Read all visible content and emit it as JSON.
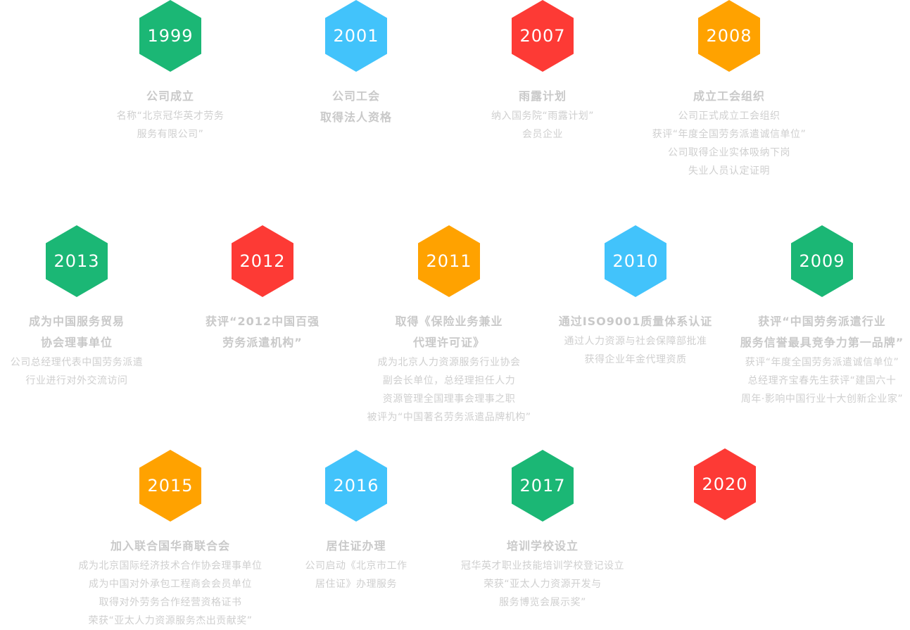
{
  "colors": {
    "green": "#1bb775",
    "blue": "#42c3fb",
    "red": "#fd3a35",
    "orange": "#ffa200",
    "title_text": "#c9c9c9",
    "body_text": "#cfcfcf"
  },
  "milestones": [
    {
      "year": "1999",
      "color": "green",
      "titles": [
        "公司成立"
      ],
      "lines": [
        "名称“北京冠华英才劳务",
        "服务有限公司”"
      ]
    },
    {
      "year": "2001",
      "color": "blue",
      "titles": [
        "公司工会",
        "取得法人资格"
      ],
      "lines": []
    },
    {
      "year": "2007",
      "color": "red",
      "titles": [
        "雨露计划"
      ],
      "lines": [
        "纳入国务院“雨露计划”",
        "会员企业"
      ]
    },
    {
      "year": "2008",
      "color": "orange",
      "titles": [
        "成立工会组织"
      ],
      "lines": [
        "公司正式成立工会组织",
        "获评“年度全国劳务派遣诚信单位”",
        "公司取得企业实体吸纳下岗",
        "失业人员认定证明"
      ]
    },
    {
      "year": "2013",
      "color": "green",
      "titles": [
        "成为中国服务贸易",
        "协会理事单位"
      ],
      "lines": [
        "公司总经理代表中国劳务派遣",
        "行业进行对外交流访问"
      ]
    },
    {
      "year": "2012",
      "color": "red",
      "titles": [
        "获评“2012中国百强",
        "劳务派遣机构”"
      ],
      "lines": []
    },
    {
      "year": "2011",
      "color": "orange",
      "titles": [
        "取得《保险业务兼业",
        "代理许可证》"
      ],
      "lines": [
        "成为北京人力资源服务行业协会",
        "副会长单位，总经理担任人力",
        "资源管理全国理事会理事之职",
        "被评为“中国著名劳务派遣品牌机构”"
      ]
    },
    {
      "year": "2010",
      "color": "blue",
      "titles": [
        "通过ISO9001质量体系认证"
      ],
      "lines": [
        "通过人力资源与社会保障部批准",
        "获得企业年金代理资质"
      ]
    },
    {
      "year": "2009",
      "color": "green",
      "titles": [
        "获评“中国劳务派遣行业",
        "服务信誉最具竞争力第一品牌”"
      ],
      "lines": [
        "获评“年度全国劳务派遣诚信单位”",
        "总经理齐宝春先生获评“建国六十",
        "周年·影响中国行业十大创新企业家”"
      ]
    },
    {
      "year": "2015",
      "color": "orange",
      "titles": [
        "加入联合国华商联合会"
      ],
      "lines": [
        "成为北京国际经济技术合作协会理事单位",
        "成为中国对外承包工程商会会员单位",
        "取得对外劳务合作经营资格证书",
        "荣获“亚太人力资源服务杰出贡献奖”"
      ]
    },
    {
      "year": "2016",
      "color": "blue",
      "titles": [
        "居住证办理"
      ],
      "lines": [
        "公司启动《北京市工作",
        "居住证》办理服务"
      ]
    },
    {
      "year": "2017",
      "color": "green",
      "titles": [
        "培训学校设立"
      ],
      "lines": [
        "冠华英才职业技能培训学校登记设立",
        "荣获“亚太人力资源开发与",
        "服务博览会展示奖”"
      ]
    },
    {
      "year": "2020",
      "color": "red",
      "titles": [],
      "lines": []
    }
  ]
}
